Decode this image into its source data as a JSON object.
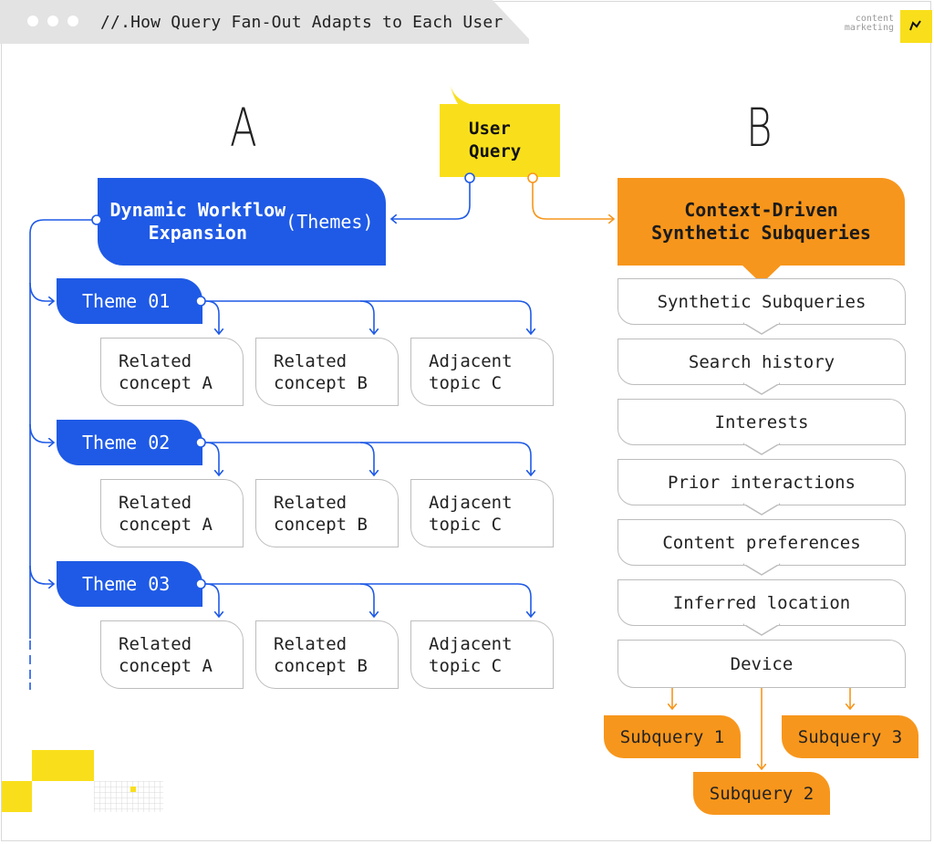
{
  "window": {
    "title": "//.How Query Fan-Out Adapts to Each User",
    "brand": [
      "content",
      "marketing"
    ]
  },
  "diagram": {
    "label_a": "A",
    "label_b": "B",
    "user_query": "User\nQuery",
    "left_header_bold": "Dynamic Workflow\nExpansion",
    "left_header_light": " (Themes)",
    "right_header": "Context-Driven\nSynthetic Subqueries",
    "themes": [
      {
        "label": "Theme 01",
        "concepts": [
          "Related\nconcept A",
          "Related\nconcept B",
          "Adjacent\ntopic C"
        ]
      },
      {
        "label": "Theme 02",
        "concepts": [
          "Related\nconcept A",
          "Related\nconcept B",
          "Adjacent\ntopic C"
        ]
      },
      {
        "label": "Theme 03",
        "concepts": [
          "Related\nconcept A",
          "Related\nconcept B",
          "Adjacent\ntopic C"
        ]
      }
    ],
    "steps": [
      "Synthetic Subqueries",
      "Search history",
      "Interests",
      "Prior interactions",
      "Content preferences",
      "Inferred location",
      "Device"
    ],
    "subqueries": [
      "Subquery 1",
      "Subquery 2",
      "Subquery 3"
    ]
  },
  "colors": {
    "blue": "#1f5ae6",
    "orange": "#f7961c",
    "yellow": "#f9df1b",
    "border_gray": "#bdbdbd"
  }
}
